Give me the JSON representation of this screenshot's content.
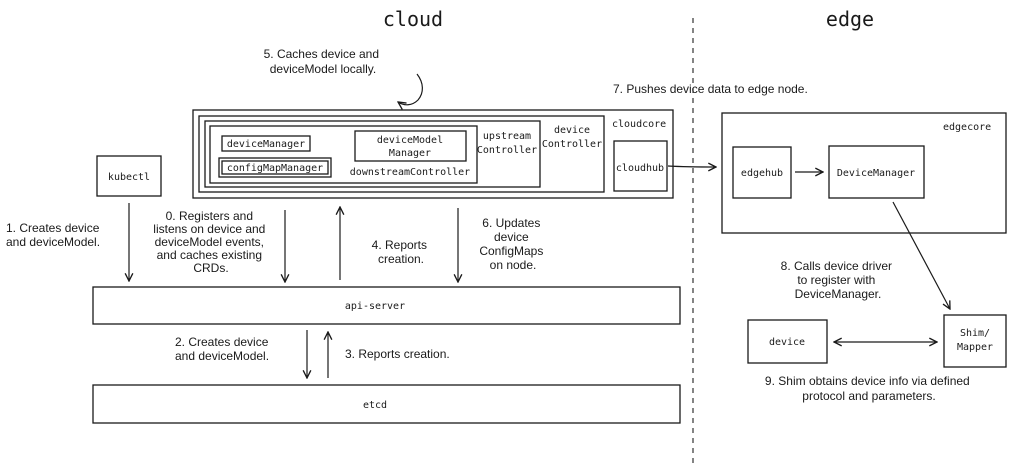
{
  "titles": {
    "cloud": "cloud",
    "edge": "edge"
  },
  "boxes": {
    "cloudcore": "cloudcore",
    "device_manager": "deviceManager",
    "device_model_manager_1": "deviceModel",
    "device_model_manager_2": "Manager",
    "config_map_manager": "configMapManager",
    "downstream_controller": "downstreamController",
    "upstream_controller_1": "upstream",
    "upstream_controller_2": "Controller",
    "device_controller_1": "device",
    "device_controller_2": "Controller",
    "cloudhub": "cloudhub",
    "kubectl": "kubectl",
    "api_server": "api-server",
    "etcd": "etcd",
    "edgecore": "edgecore",
    "edgehub": "edgehub",
    "edge_device_manager": "DeviceManager",
    "device": "device",
    "shim_mapper_1": "Shim/",
    "shim_mapper_2": "Mapper"
  },
  "steps": {
    "s1": [
      "1. Creates device",
      "and deviceModel."
    ],
    "s0": [
      "0. Registers and",
      "listens on device and",
      "deviceModel events,",
      "and caches existing",
      "CRDs."
    ],
    "s2": [
      "2. Creates device",
      "and deviceModel."
    ],
    "s3": [
      "3. Reports creation."
    ],
    "s4": [
      "4. Reports",
      "creation."
    ],
    "s5": [
      "5. Caches device and",
      "deviceModel locally."
    ],
    "s6": [
      "6. Updates",
      "device",
      "ConfigMaps",
      "on node."
    ],
    "s7": [
      "7. Pushes device data to edge node."
    ],
    "s8": [
      "8. Calls device driver",
      "to register with",
      "DeviceManager."
    ],
    "s9": [
      "9. Shim obtains device info via defined",
      "protocol and parameters."
    ]
  }
}
